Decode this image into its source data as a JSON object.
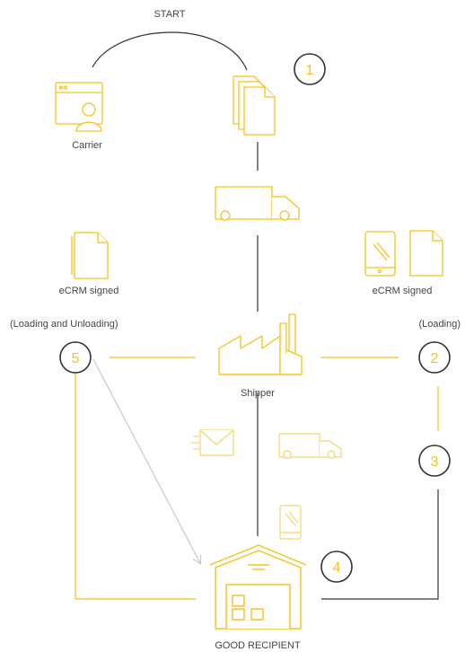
{
  "labels": {
    "start": "START",
    "carrier": "Carrier",
    "ecrm_left": "eCRM signed",
    "ecrm_right": "eCRM signed",
    "loading_unloading": "(Loading and Unloading)",
    "loading": "(Loading)",
    "shipper": "Shipper",
    "good_recipient": "GOOD RECIPIENT"
  },
  "steps": [
    "1",
    "2",
    "3",
    "4",
    "5"
  ],
  "colors": {
    "accent": "#f5c21b",
    "accent_light": "#f7d46a",
    "line_dark": "#333333",
    "line_gray": "#c8c8c8",
    "text": "#444444"
  },
  "icons": [
    "browser-user-icon",
    "documents-icon",
    "truck-icon",
    "document-icon",
    "phone-icon",
    "factory-icon",
    "envelope-icon",
    "warehouse-icon"
  ]
}
